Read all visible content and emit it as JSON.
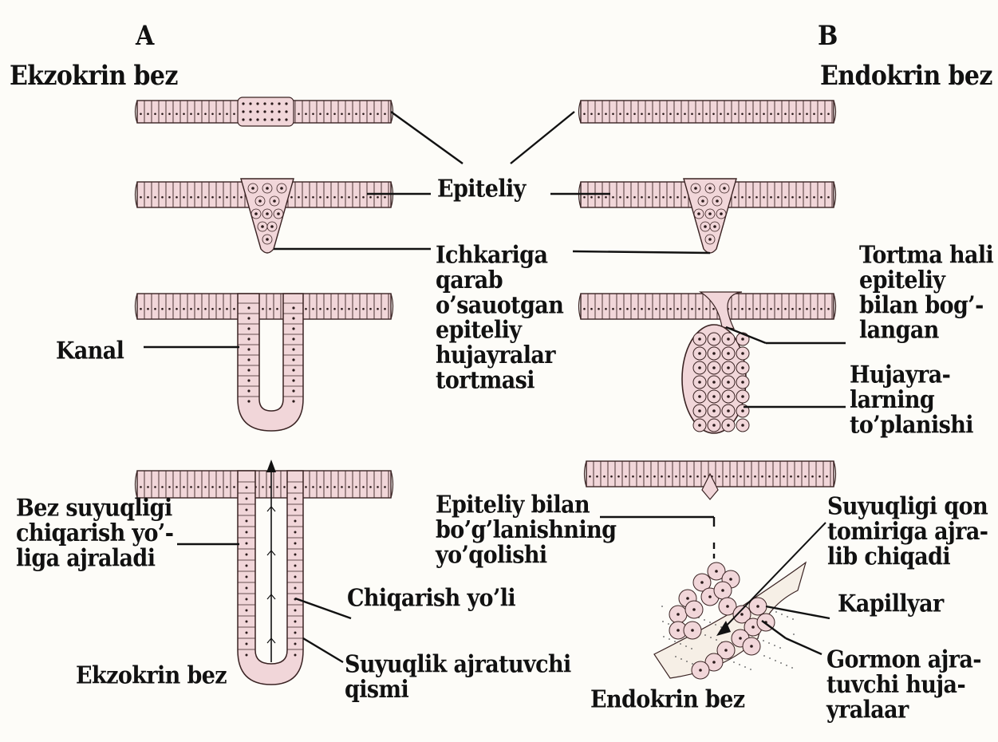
{
  "colors": {
    "cell_fill": "#f1d6d9",
    "cell_stroke": "#3a2323",
    "nucleus": "#2a1a1a",
    "vessel_fill": "#f6efe6",
    "line": "#111111"
  },
  "header": {
    "col_a_letter": "A",
    "col_b_letter": "B",
    "col_a_title": "Ekzokrin bez",
    "col_b_title": "Endokrin bez"
  },
  "labels": {
    "epithelium": "Epiteliy",
    "ingrowth": "Ichkariga\nqarab\no’sauotgan\nepiteliy\nhujayralar\ntortmasi",
    "canal": "Kanal",
    "cord_connected": "Tortma hali\nepiteliy\nbilan bog’-\nlangan",
    "cell_cluster": "Hujayra-\nlarning\nto’planishi",
    "secretion_to_duct": "Bez suyuqligi\nchiqarish yo’-\nliga ajraladi",
    "loss_of_connection": "Epiteliy bilan\nbo’g’lanishning\nyo’qolishi",
    "secretion_to_blood": "Suyuqligi qon\ntomiriga ajra-\nlib chiqadi",
    "capillary": "Kapillyar",
    "excretory_duct": "Chiqarish yo’li",
    "hormone_cells": "Gormon ajra-\ntuvchi huja-\nyralaar",
    "secretory_part": "Suyuqlik ajratuvchi\nqismi",
    "exocrine_bottom": "Ekzokrin bez",
    "endocrine_bottom": "Endokrin bez"
  }
}
